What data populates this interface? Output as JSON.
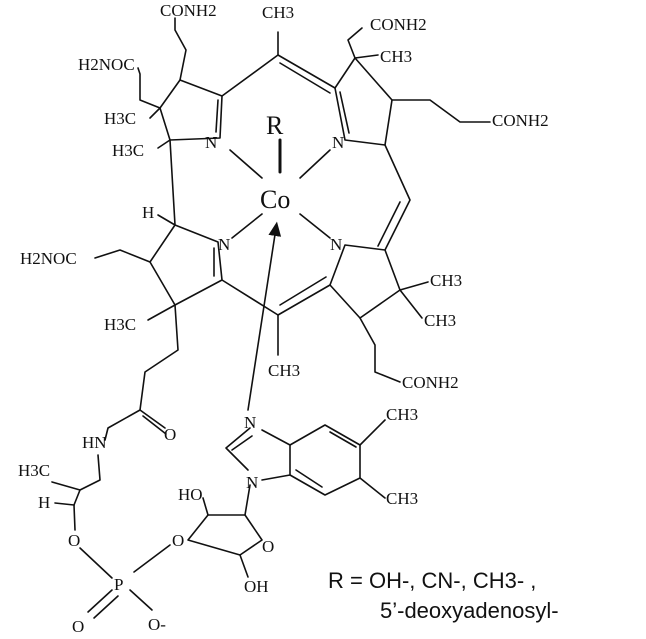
{
  "structure": {
    "labels": {
      "conh2_top": "CONH2",
      "ch3_top": "CH3",
      "conh2_topright": "CONH2",
      "ch3_topright": "CH3",
      "h2noc_topleft": "H2NOC",
      "h3c_left1": "H3C",
      "h3c_left2": "H3C",
      "n_ul": "N",
      "r_center": "R",
      "n_ur": "N",
      "conh2_right": "CONH2",
      "co_center": "Co",
      "h_left": "H",
      "h2noc_left": "H2NOC",
      "n_ll": "N",
      "n_lr": "N",
      "ch3_right1": "CH3",
      "ch3_right2": "CH3",
      "h3c_lowleft": "H3C",
      "ch3_bottom": "CH3",
      "conh2_bottom": "CONH2",
      "n_benz1": "N",
      "ch3_benz1": "CH3",
      "hn": "HN",
      "o_amide": "O",
      "h3c_chain": "H3C",
      "h_chain": "H",
      "n_benz2": "N",
      "ch3_benz2": "CH3",
      "ho_sugar": "HO",
      "o_chain": "O",
      "o_sugar_bridge": "O",
      "o_ring": "O",
      "oh_sugar": "OH",
      "p": "P",
      "o_dbl": "O",
      "o_minus": "O-"
    },
    "r_definition_line1": "R = OH-, CN-, CH3- ,",
    "r_definition_line2": "5’-deoxyadenosyl-"
  }
}
